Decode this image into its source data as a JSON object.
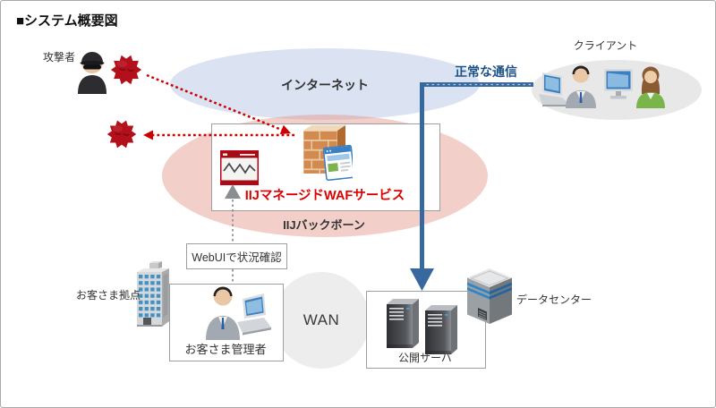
{
  "title": "■システム概要図",
  "nodes": {
    "attacker": {
      "label": "攻撃者"
    },
    "internet": {
      "label": "インターネット"
    },
    "clients": {
      "label": "クライアント"
    },
    "normal_traffic": {
      "label": "正常な通信"
    },
    "waf": {
      "label": "IIJマネージドWAFサービス"
    },
    "backbone": {
      "label": "IIJバックボーン"
    },
    "webui": {
      "label": "WebUIで状況確認"
    },
    "customer_site": {
      "label": "お客さま拠点"
    },
    "customer_admin": {
      "label": "お客さま管理者"
    },
    "wan": {
      "label": "WAN"
    },
    "public_server": {
      "label": "公開サーバ"
    },
    "datacenter": {
      "label": "データセンター"
    }
  },
  "colors": {
    "waf_text": "#dd0000",
    "attack_line": "#cc0000",
    "normal_line": "#38699e",
    "normal_text": "#1c5287",
    "internet_fill": "#dbe3f3",
    "backbone_fill": "rgba(226,148,135,0.45)",
    "client_fill": "#e8e8e8",
    "wan_fill": "#ededed",
    "box_border": "#9e9e9e"
  }
}
